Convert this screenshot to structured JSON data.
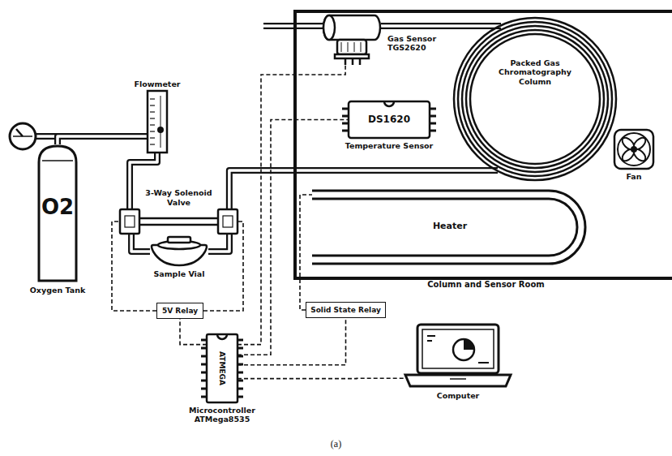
{
  "diagram": {
    "nodes": [
      {
        "text": [
          "Column and Sensor Room"
        ]
      },
      {
        "text": [
          "Gas Sensor TGS2620"
        ],
        "in": 0
      },
      {
        "text": [
          "Packed Gas Chromatography Column"
        ],
        "in": 0
      },
      {
        "text": [
          "DS1620",
          "Temperature Sensor"
        ],
        "in": 0
      },
      {
        "text": [
          "Fan"
        ],
        "in": 0
      },
      {
        "text": [
          "Heater"
        ],
        "in": 0
      },
      {
        "text": [
          "O2",
          "Oxygen Tank"
        ]
      },
      {
        "text": [
          "Flowmeter"
        ]
      },
      {
        "text": [
          "3-Way Solenoid Valve"
        ]
      },
      {
        "text": [
          "Sample Vial"
        ]
      },
      {
        "text": [
          "5V Relay"
        ]
      },
      {
        "text": [
          "Solid State Relay"
        ]
      },
      {
        "text": [
          "ATMEGA",
          "Microcontroller ATMega8535"
        ]
      },
      {
        "text": [
          "Computer"
        ]
      }
    ],
    "edges": [
      {
        "from": 6,
        "to": 7,
        "arrow": "none"
      },
      {
        "from": 7,
        "to": 8,
        "arrow": "none"
      },
      {
        "from": 8,
        "to": 9,
        "arrow": "none"
      },
      {
        "from": 8,
        "to": 2,
        "arrow": "none"
      },
      {
        "from": 2,
        "to": 1,
        "arrow": "none"
      },
      {
        "from": 12,
        "to": 1,
        "arrow": "none"
      },
      {
        "from": 12,
        "to": 3,
        "arrow": "none"
      },
      {
        "from": 12,
        "to": 10,
        "arrow": "none"
      },
      {
        "from": 10,
        "to": 8,
        "arrow": "none"
      },
      {
        "from": 12,
        "to": 11,
        "arrow": "none"
      },
      {
        "from": 11,
        "to": 5,
        "arrow": "none"
      },
      {
        "from": 12,
        "to": 13,
        "arrow": "none"
      }
    ],
    "labels": [
      "(a)"
    ]
  }
}
